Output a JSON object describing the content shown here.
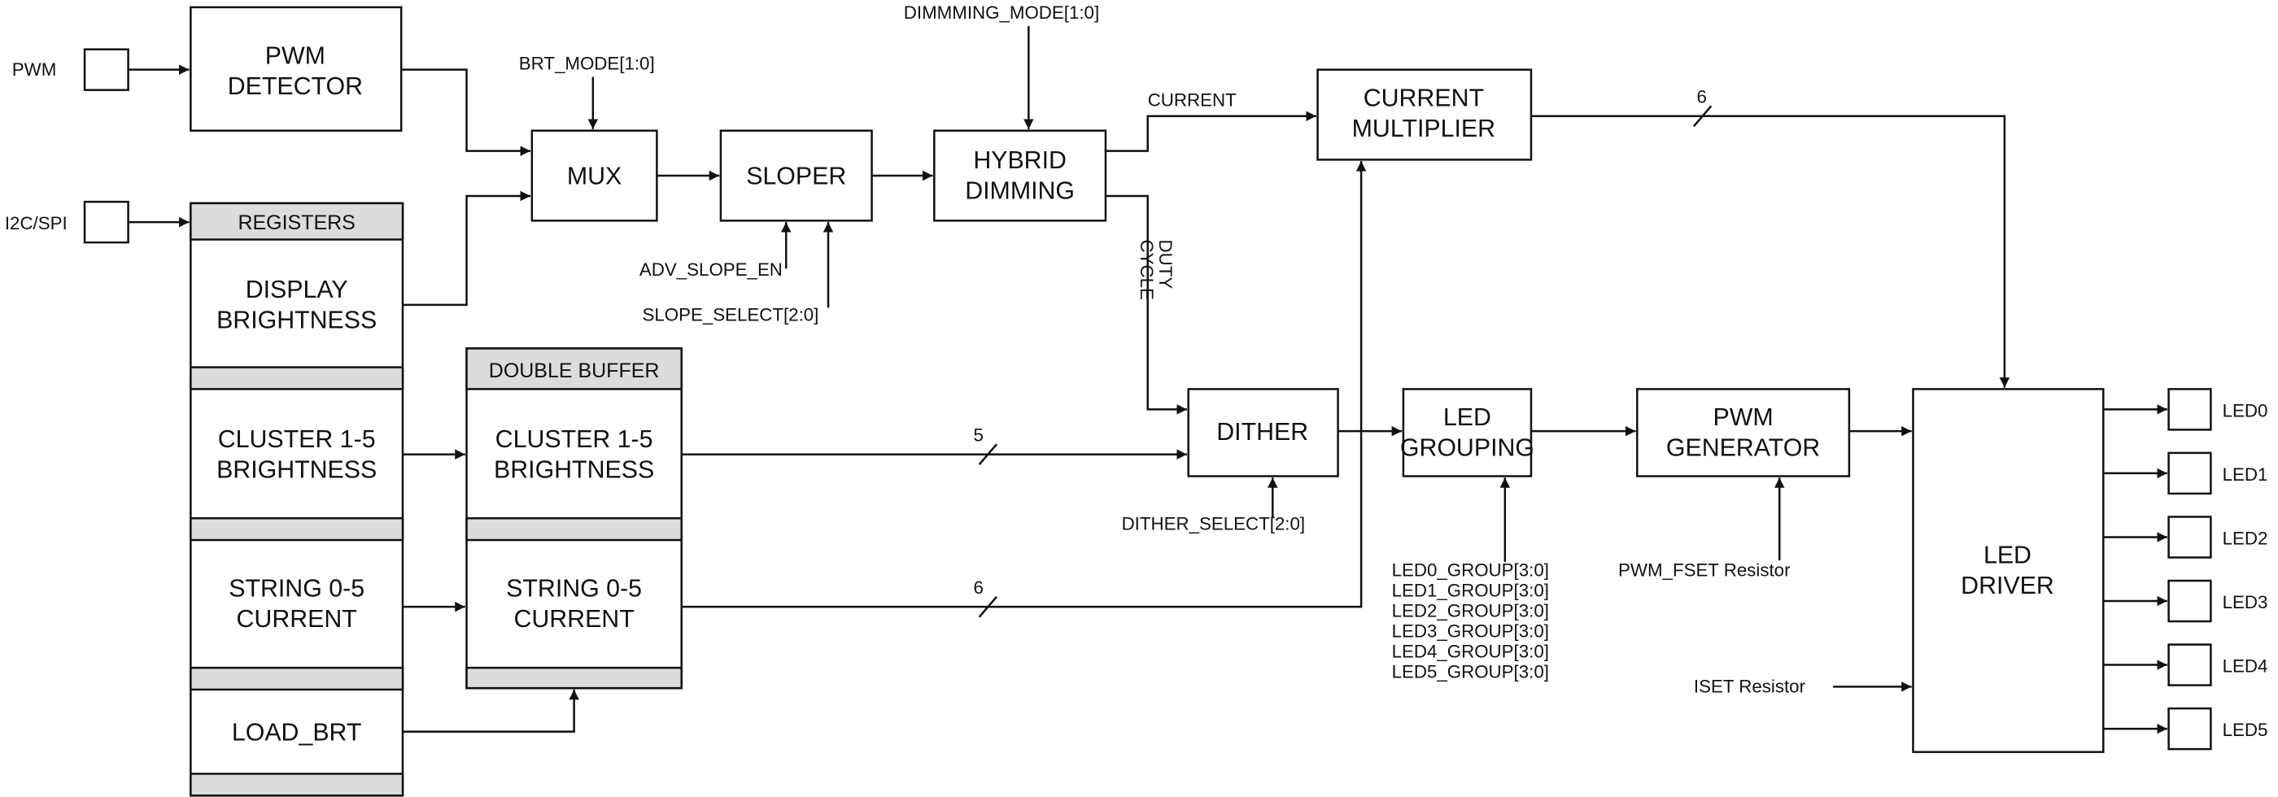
{
  "pins": {
    "pwm": "PWM",
    "i2c": "I2C/SPI"
  },
  "blocks": {
    "pwm_detector": [
      "PWM",
      "DETECTOR"
    ],
    "mux": "MUX",
    "sloper": "SLOPER",
    "hybrid_dimming": [
      "HYBRID",
      "DIMMING"
    ],
    "current_multiplier": [
      "CURRENT",
      "MULTIPLIER"
    ],
    "dither": "DITHER",
    "led_grouping": [
      "LED",
      "GROUPING"
    ],
    "pwm_generator": [
      "PWM",
      "GENERATOR"
    ],
    "led_driver": [
      "LED",
      "DRIVER"
    ]
  },
  "registers": {
    "header": "REGISTERS",
    "display": [
      "DISPLAY",
      "BRIGHTNESS"
    ],
    "cluster": [
      "CLUSTER 1-5",
      "BRIGHTNESS"
    ],
    "string": [
      "STRING 0-5",
      "CURRENT"
    ],
    "load": "LOAD_BRT"
  },
  "double_buffer": {
    "header": "DOUBLE BUFFER",
    "cluster": [
      "CLUSTER 1-5",
      "BRIGHTNESS"
    ],
    "string": [
      "STRING 0-5",
      "CURRENT"
    ]
  },
  "signals": {
    "brt_mode": "BRT_MODE[1:0]",
    "dimming_mode": "DIMMMING_MODE[1:0]",
    "adv_slope": "ADV_SLOPE_EN",
    "slope_select": "SLOPE_SELECT[2:0]",
    "current": "CURRENT",
    "duty_cycle": [
      "DUTY",
      "CYCLE"
    ],
    "dither_select": "DITHER_SELECT[2:0]",
    "bus_cluster": "5",
    "bus_string": "6",
    "bus_current": "6",
    "led_groups": [
      "LED0_GROUP[3:0]",
      "LED1_GROUP[3:0]",
      "LED2_GROUP[3:0]",
      "LED3_GROUP[3:0]",
      "LED4_GROUP[3:0]",
      "LED5_GROUP[3:0]"
    ],
    "pwm_fset": "PWM_FSET Resistor",
    "iset": "ISET Resistor"
  },
  "outputs": [
    "LED0",
    "LED1",
    "LED2",
    "LED3",
    "LED4",
    "LED5"
  ]
}
